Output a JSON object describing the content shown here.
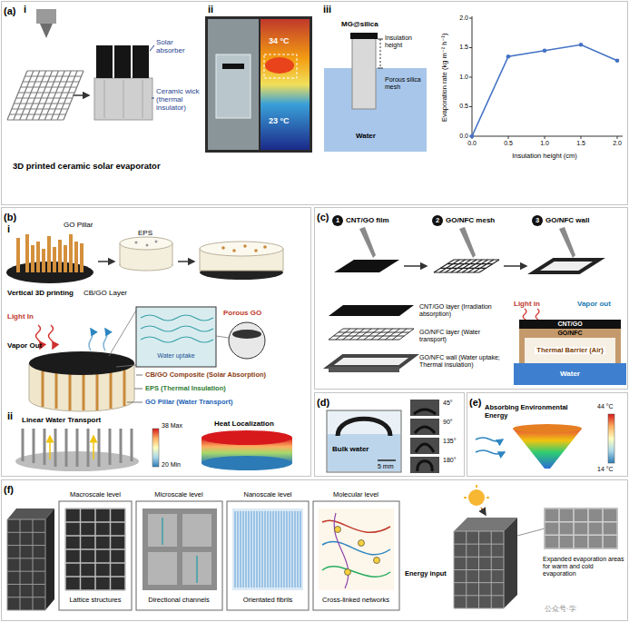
{
  "diagram": {
    "nodes": [
      {
        "text": [
          "(a)"
        ]
      },
      {
        "text": [
          "(b)"
        ]
      },
      {
        "text": [
          "(c)"
        ]
      },
      {
        "text": [
          "(d)"
        ]
      },
      {
        "text": [
          "(e)"
        ]
      },
      {
        "text": [
          "(f)"
        ]
      }
    ],
    "labels": [
      "i",
      "ii",
      "iii",
      "Solar absorber",
      "Ceramic wick (thermal insulator)",
      "3D printed ceramic solar evaporator",
      "34 °C",
      "23 °C",
      "MG@silica",
      "Porous silica mesh",
      "Insulation height",
      "Water",
      "Evaporation rate (kg m⁻² h⁻¹)",
      "0.0",
      "0.5",
      "1.0",
      "1.5",
      "2.0",
      "0.0",
      "0.5",
      "1.0",
      "1.5",
      "2.0",
      "Insulation height (cm)",
      "i",
      "GO Pillar",
      "EPS",
      "Vertical 3D printing",
      "CB/GO Layer",
      "Light In",
      "Porous GO",
      "Vapor Out",
      "Water uptake",
      "CB/GO Composite (Solar Absorption)",
      "EPS (Thermal Insulation)",
      "GO Pillar (Water Transport)",
      "ii",
      "Linear Water Transport",
      "38 Max",
      "20 Min",
      "Heat Localization",
      "1",
      "CNT/GO film",
      "2",
      "GO/NFC mesh",
      "3",
      "GO/NFC wall",
      "CNT/GO layer (Irradiation absorption)",
      "GO/NFC layer (Water transport)",
      "GO/NFC wall (Water uptake; Thermal insulation)",
      "Light in",
      "Vapor out",
      "CNT/GO",
      "GO/NFC",
      "Thermal Barrier (Air)",
      "Water",
      "Bulk water",
      "5 mm",
      "45°",
      "90°",
      "135°",
      "180°",
      "Absorbing Environmental Energy",
      "44 °C",
      "14 °C",
      "Macroscale level",
      "Microscale level",
      "Nanoscale level",
      "Molecular level",
      "Lattice structures",
      "Directional channels",
      "Orientated fibrils",
      "Cross-linked networks",
      "Energy input",
      "Expanded evaporation areas for warm and cold evaporation",
      "公众号·学"
    ]
  }
}
